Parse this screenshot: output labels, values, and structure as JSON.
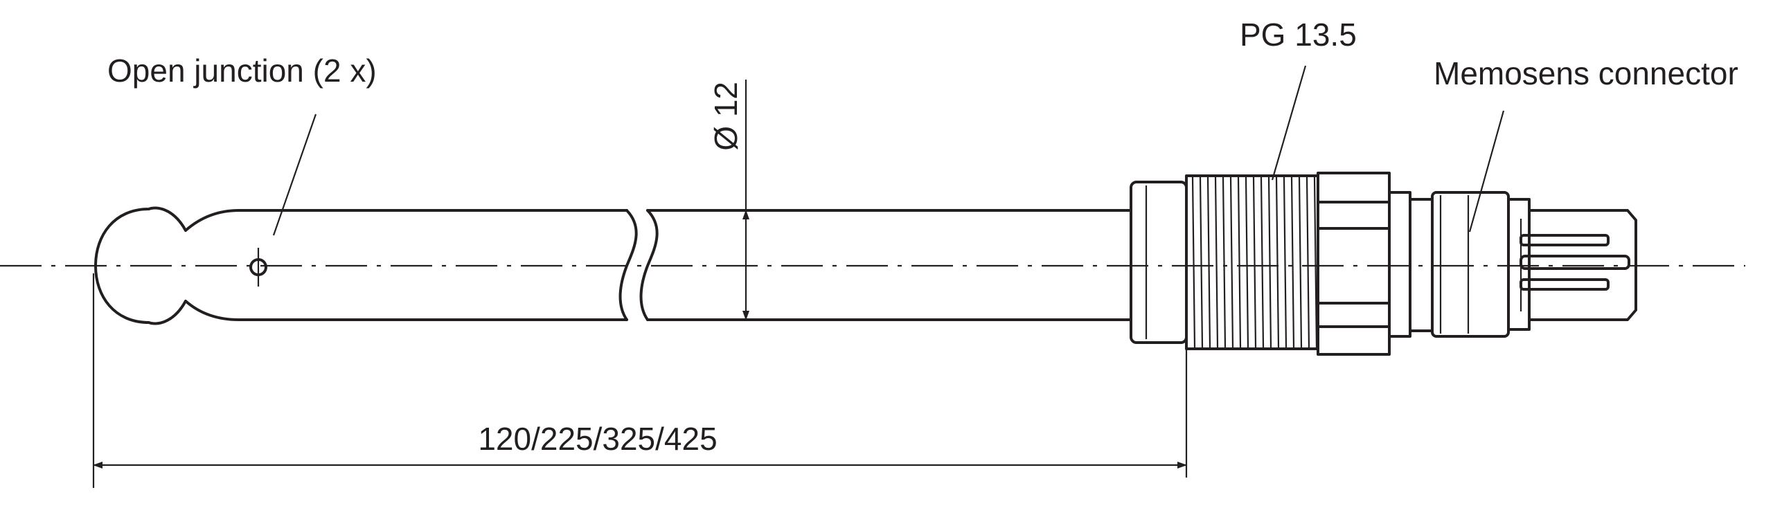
{
  "labels": {
    "open_junction": "Open junction (2 x)",
    "thread": "PG 13.5",
    "connector": "Memosens connector",
    "diameter": "Ø 12",
    "length": "120/225/325/425"
  },
  "icons": [
    "arrowhead",
    "junction-marker"
  ]
}
